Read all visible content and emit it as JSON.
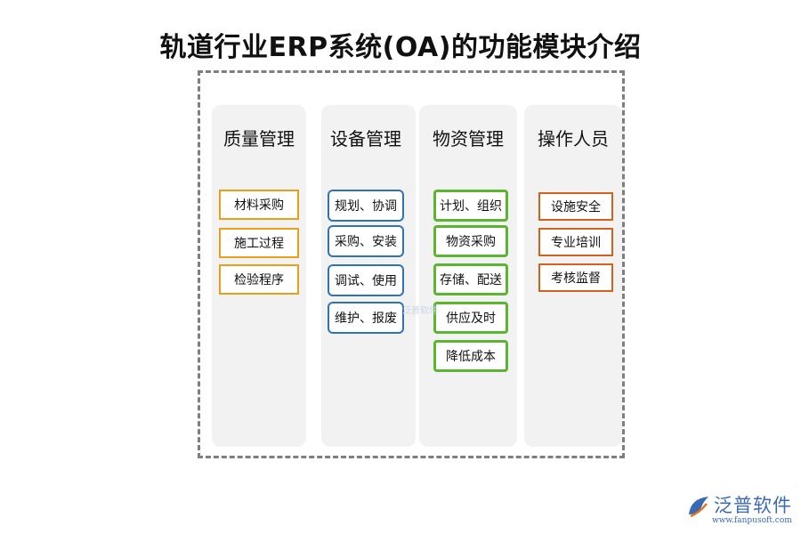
{
  "title": "轨道行业ERP系统(OA)的功能模块介绍",
  "columns": [
    {
      "title": "质量管理",
      "items": [
        "材料采购",
        "施工过程",
        "检验程序"
      ]
    },
    {
      "title": "设备管理",
      "items": [
        "规划、协调",
        "采购、安装",
        "调试、使用",
        "维护、报废"
      ]
    },
    {
      "title": "物资管理",
      "items": [
        "计划、组织",
        "物资采购",
        "存储、配送",
        "供应及时",
        "降低成本"
      ]
    },
    {
      "title": "操作人员",
      "items": [
        "设施安全",
        "专业培训",
        "考核监督"
      ]
    }
  ],
  "watermark": "泛普软件",
  "brand": {
    "name": "泛普软件",
    "url": "www.fanpusoft.com"
  },
  "colors": {
    "quality_border": "#e8a01c",
    "equipment_border": "#2e74b5",
    "material_border": "#5cb531",
    "operator_border": "#d0621f",
    "column_bg": "#f2f2f2",
    "frame_dash": "#7f7f7f"
  }
}
